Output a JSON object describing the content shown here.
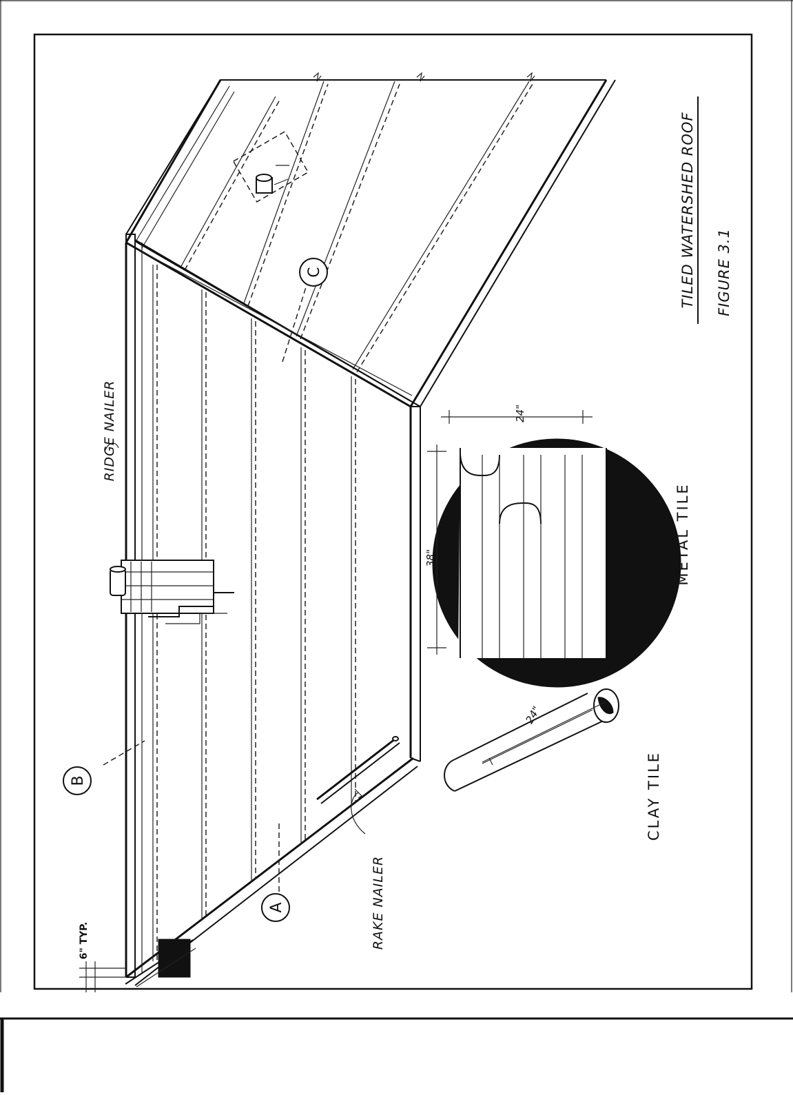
{
  "drawing": {
    "title": "TILED WATERSHED ROOF",
    "figure": "FIGURE 3.1",
    "labels": {
      "ridge_nailer": "RIDGE NAILER",
      "rake_nailer": "RAKE NAILER",
      "typical_spacing": "6\" TYP.",
      "callout_a": "A",
      "callout_b": "B",
      "callout_c": "C",
      "clay_tile": "CLAY TILE",
      "metal_tile": "METAL TILE",
      "clay_tile_length": "24\"",
      "metal_tile_width": "38\"",
      "metal_tile_length": "24\""
    }
  }
}
